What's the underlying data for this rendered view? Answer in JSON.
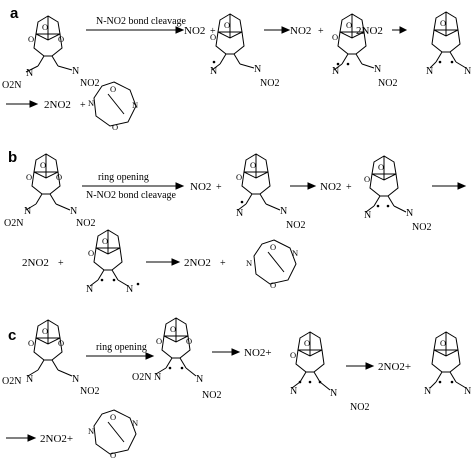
{
  "panels": {
    "a": {
      "label": "a",
      "arrow1_text": "N-NO2 bond cleavage",
      "p1": "NO2",
      "p2": "NO2",
      "p3": "2NO2",
      "p4": "2NO2"
    },
    "b": {
      "label": "b",
      "arrow1_top": "ring opening",
      "arrow1_bottom": "N-NO2 bond cleavage",
      "p1": "NO2",
      "p2": "NO2",
      "p3": "2NO2",
      "p4": "2NO2"
    },
    "c": {
      "label": "c",
      "arrow1_text": "ring opening",
      "p1": "NO2+",
      "p2": "2NO2+",
      "p3": "2NO2+"
    }
  },
  "atoms": {
    "O": "O",
    "N": "N",
    "NO2": "NO2",
    "O2N": "O2N"
  }
}
